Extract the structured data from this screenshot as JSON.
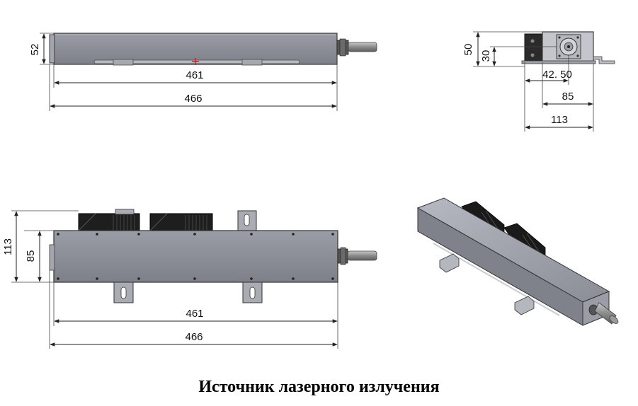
{
  "caption": "Источник лазерного излучения",
  "dimensions": {
    "top_view_height": "52",
    "top_view_inner_length": "461",
    "top_view_total_length": "466",
    "end_view_height": "50",
    "end_view_inner_height": "30",
    "end_view_offset": "42. 50",
    "end_view_body_width": "85",
    "end_view_total_width": "113",
    "side_view_total_height": "113",
    "side_view_body_height": "85",
    "side_view_inner_length": "461",
    "side_view_total_length": "466"
  },
  "colors": {
    "body": "#8e919a",
    "body_dark": "#6f727b",
    "heatsink": "#1d1d1d",
    "bracket": "#a9acb3",
    "center_mark": "#cc2222"
  }
}
